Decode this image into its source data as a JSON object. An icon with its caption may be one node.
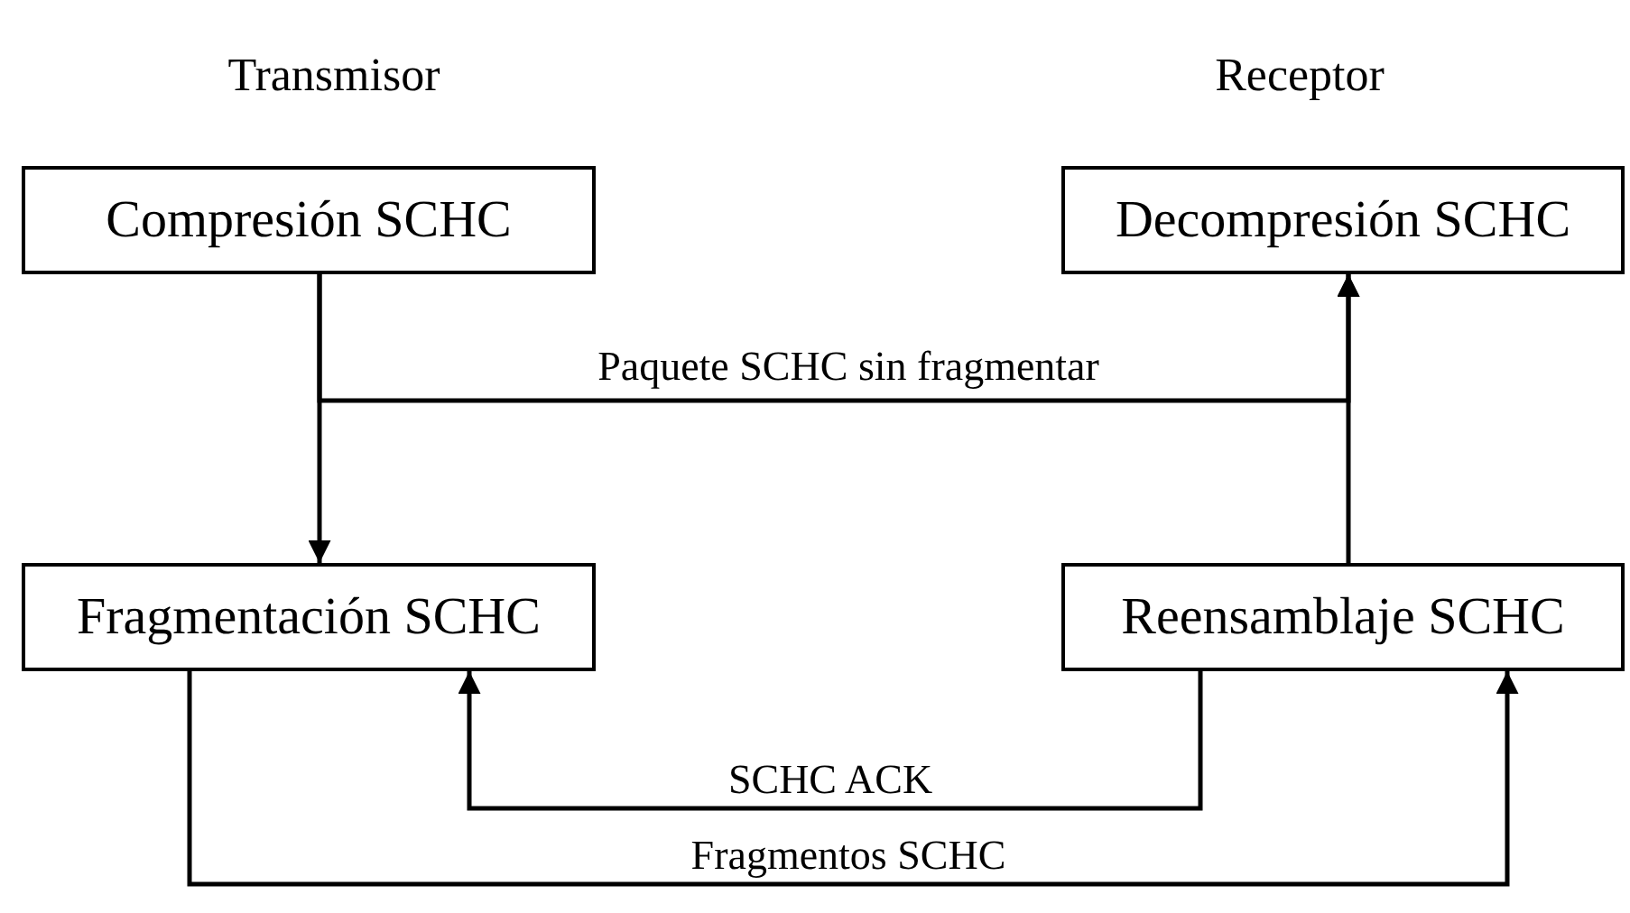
{
  "diagram": {
    "nodes": [
      {
        "text": [
          "Compresión SCHC"
        ]
      },
      {
        "text": [
          "Decompresión SCHC"
        ]
      },
      {
        "text": [
          "Fragmentación SCHC"
        ]
      },
      {
        "text": [
          "Reensamblaje SCHC"
        ]
      }
    ],
    "edges": [
      {
        "from": 0,
        "to": 2,
        "arrow": "to"
      },
      {
        "from": 0,
        "to": 1,
        "arrow": "to",
        "label": "Paquete SCHC sin fragmentar"
      },
      {
        "from": 3,
        "to": 1,
        "arrow": "to"
      },
      {
        "from": 3,
        "to": 2,
        "arrow": "to",
        "label": "SCHC ACK"
      },
      {
        "from": 2,
        "to": 3,
        "arrow": "to",
        "label": "Fragmentos SCHC"
      }
    ],
    "labels": [
      "Transmisor",
      "Receptor"
    ]
  }
}
